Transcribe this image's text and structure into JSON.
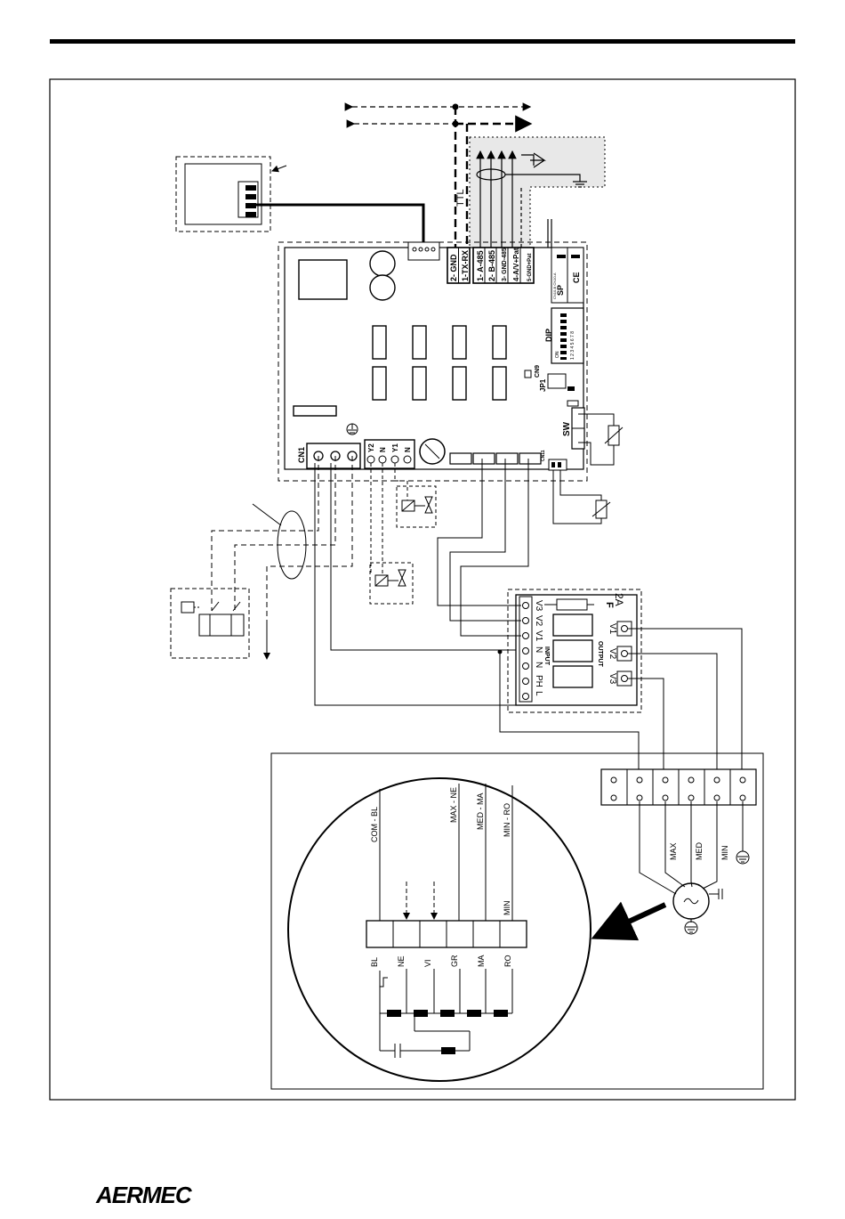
{
  "board": {
    "connectors": [
      "2- GND",
      "1-TX-RX",
      "1- A-485",
      "2- B-485",
      "3- GND-485",
      "4-A/V+Pat",
      "5-GND+Pat"
    ],
    "ttl_label": "TTL",
    "cn1": "CN1",
    "valve_terminals": [
      "Y2",
      "N",
      "Y1",
      "N"
    ],
    "cn11": "CN11",
    "sw": "SW",
    "dip": "DIP",
    "dip_on": "ON",
    "dip_numbers": "1 2 3 4 5 6 7 8",
    "jp1": "JP1",
    "cn9": "CN9",
    "sp": "SP",
    "ce": "CE",
    "cn_small": "CN10-B CN10-A"
  },
  "relay_box": {
    "input_terms": [
      "V3",
      "V2",
      "V1",
      "N",
      "N",
      "PH",
      "L"
    ],
    "input_label": "INPUT",
    "output_label": "OUTPUT",
    "fuse_f": "F",
    "fuse_rating": "2A",
    "outputs": [
      "V1",
      "V2",
      "V3"
    ]
  },
  "motor_block": {
    "speed_labels": [
      "MAX",
      "MED",
      "MIN"
    ]
  },
  "circle": {
    "wire_labels": [
      "COM - BL",
      "MAX - NE",
      "MED - MA",
      "MIN - RO"
    ],
    "min_label": "MIN",
    "terminal_labels": [
      "BL",
      "NE",
      "VI",
      "GR",
      "MA",
      "RO"
    ]
  },
  "footer": {
    "brand": "AERMEC"
  }
}
